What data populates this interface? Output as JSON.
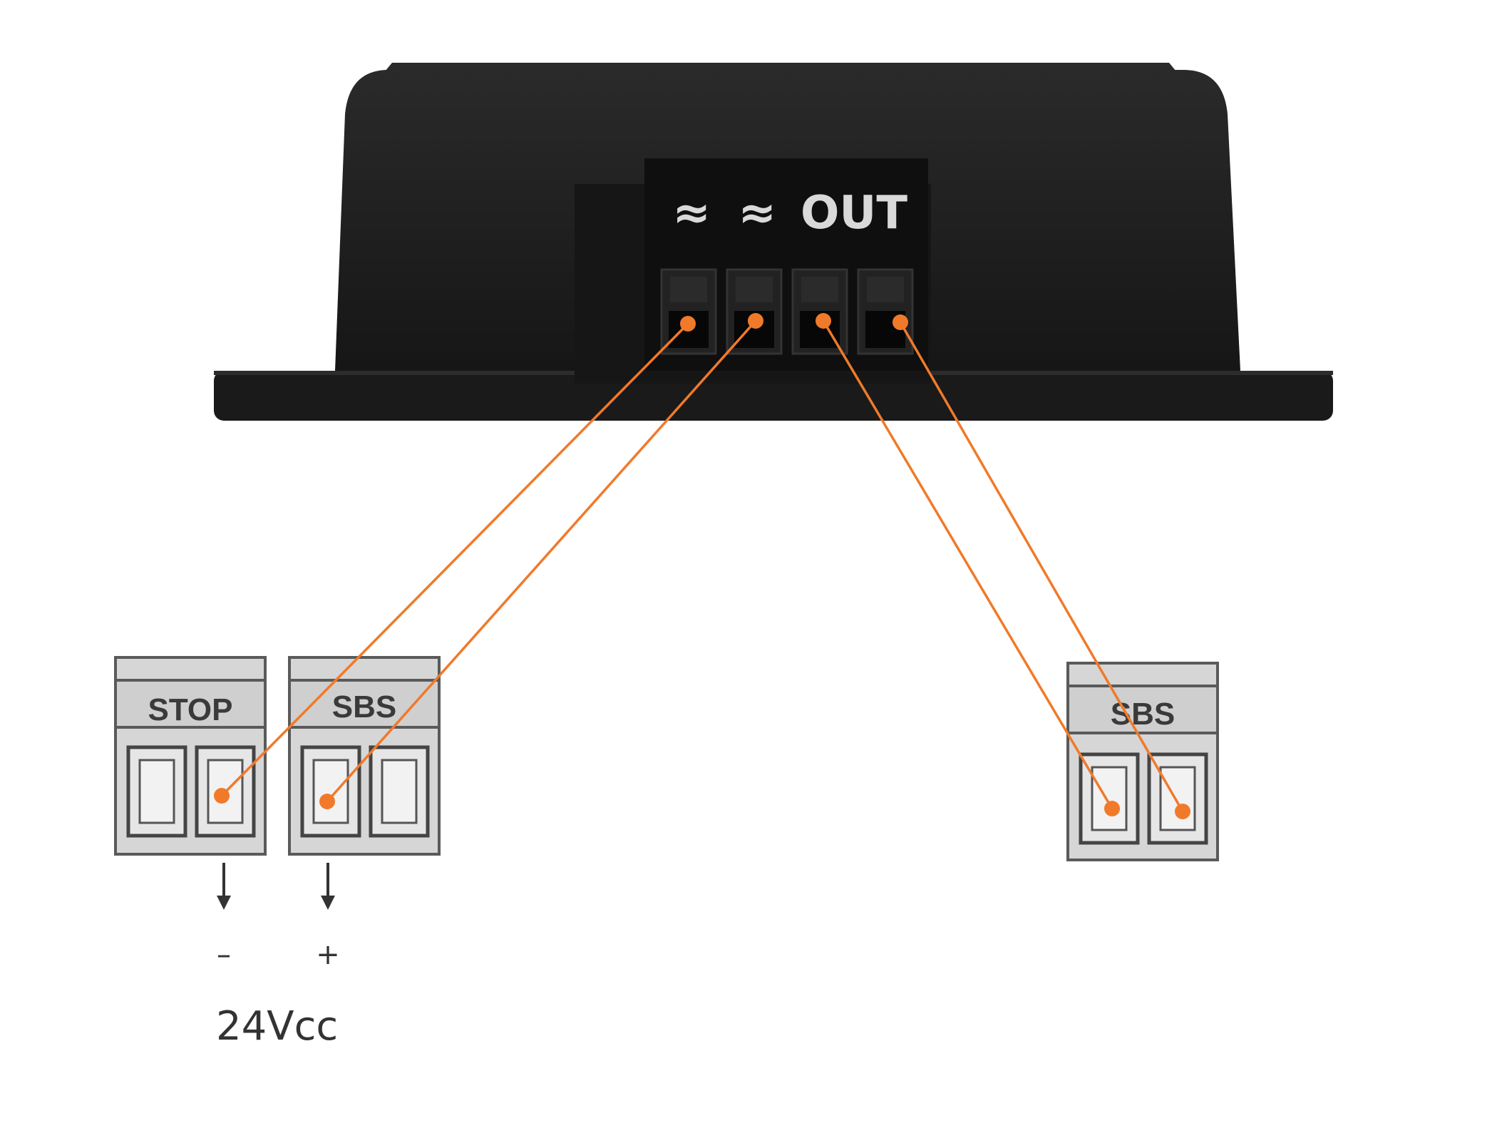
{
  "device": {
    "terminal_labels": [
      "≈",
      "≈",
      "OUT"
    ]
  },
  "blocks": {
    "left_stop": {
      "label": "STOP"
    },
    "left_sbs": {
      "label": "SBS"
    },
    "right_sbs": {
      "label": "SBS"
    }
  },
  "power": {
    "minus": "–",
    "plus": "+",
    "voltage": "24Vcc"
  },
  "colors": {
    "wire": "#f07a2a",
    "housing": "#1c1c1c",
    "terminal_block": "#111111",
    "block_fill": "#d9d9d9",
    "block_stroke": "#555555"
  }
}
